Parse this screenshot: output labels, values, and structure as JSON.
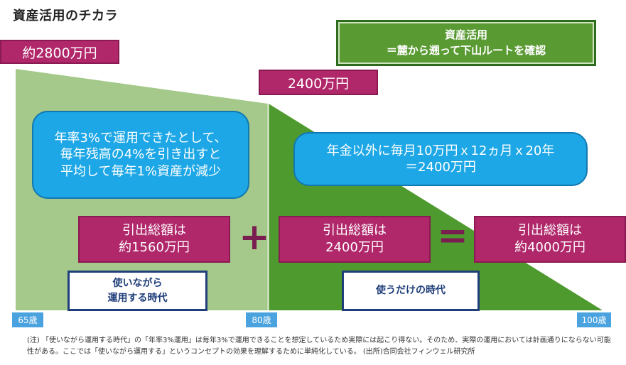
{
  "title": "資産活用のチカラ",
  "banner": {
    "line1": "資産活用",
    "line2": "＝麓から遡って下山ルートを確認"
  },
  "labels": {
    "start_amount": "約2800万円",
    "mid_amount": "2400万円"
  },
  "callouts": {
    "left": {
      "line1": "年率3%で運用できたとして、",
      "line2": "毎年残高の4%を引き出すと",
      "line3": "平均して毎年1%資産が減少"
    },
    "right": {
      "line1": "年金以外に毎月10万円ｘ12ヵ月ｘ20年",
      "line2": "＝2400万円"
    }
  },
  "totals": {
    "left": {
      "line1": "引出総額は",
      "line2": "約1560万円"
    },
    "middle": {
      "line1": "引出総額は",
      "line2": "2400万円"
    },
    "right": {
      "line1": "引出総額は",
      "line2": "約4000万円"
    }
  },
  "operators": {
    "plus": "+",
    "equals": "="
  },
  "periods": {
    "early": {
      "line1": "使いながら",
      "line2": "運用する時代"
    },
    "late": "使うだけの時代"
  },
  "ages": {
    "start": "65歳",
    "mid": "80歳",
    "end": "100歳"
  },
  "note": "(注) 「使いながら運用する時代」の「年率3%運用」は毎年3%で運用できることを想定しているため実際には起こり得ない。そのため、実際の運用においては計画通りにならない可能性がある。ここでは「使いながら運用する」というコンセプトの効果を理解するために単純化している。 (出所)合同会社フィンウェル研究所",
  "colors": {
    "light_green": "#a4c98a",
    "dark_green": "#4f9a2e",
    "magenta": "#b0276a",
    "blue": "#1ea7e6",
    "navy": "#1f3e7a"
  }
}
